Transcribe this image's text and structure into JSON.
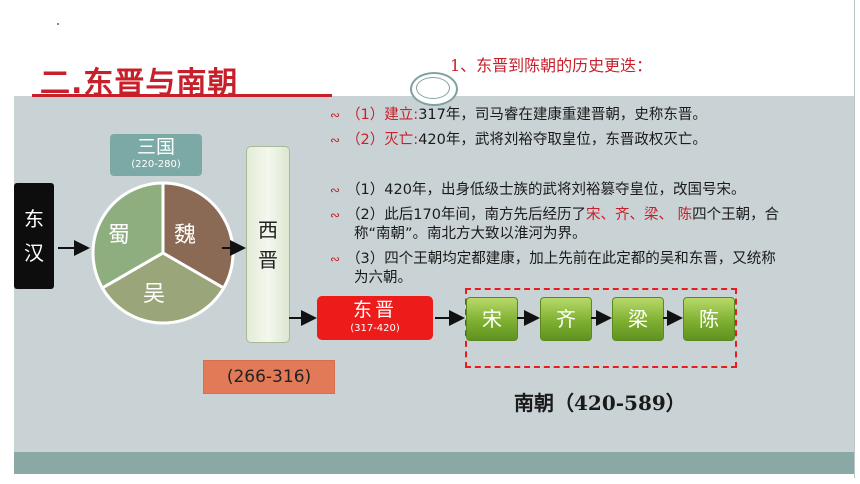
{
  "slide": {
    "title": "二.东晋与南朝",
    "subtitle": "1、东晋到陈朝的历史更迭："
  },
  "bullets": [
    {
      "prefix": "（1）建立:",
      "text": "317年，司马睿在建康重建晋朝，史称东晋。"
    },
    {
      "prefix": "（2）灭亡:",
      "text": "420年，武将刘裕夺取皇位，东晋政权灭亡。"
    },
    {
      "text": "（1）420年，出身低级士族的武将刘裕篡夺皇位，改国号宋。"
    },
    {
      "text_a": "（2）此后170年间，南方先后经历了",
      "highlight": "宋、齐、梁、 陈",
      "text_b": "四个王朝，合",
      "cont": "称“南朝”。南北方大致以淮河为界。"
    },
    {
      "text": "（3）四个王朝均定都建康，加上先前在此定都的吴和东晋，又统称",
      "cont": "为六朝。"
    }
  ],
  "bullet_marker": "ꟷ",
  "timeline": {
    "dong_han": [
      "东",
      "汉"
    ],
    "san_guo": {
      "name": "三国",
      "years": "(220-280)"
    },
    "kingdoms": {
      "shu": "蜀",
      "wei": "魏",
      "wu": "吴"
    },
    "xi_jin": {
      "chars": [
        "西",
        "晋"
      ],
      "years": "(266-316)"
    },
    "dong_jin": {
      "name": "东晋",
      "years": "(317-420)"
    },
    "southern_dynasties": [
      "宋",
      "齐",
      "梁",
      "陈"
    ],
    "southern_label": "南朝（420-589）"
  },
  "colors": {
    "accent_red": "#c8202b",
    "background": "#c9d3d6",
    "pie_shu": "#8fae80",
    "pie_wei": "#8a6a55",
    "pie_wu": "#9aa67a",
    "xijin_year_box": "#e27a58",
    "dongjin_box": "#ee1b1b",
    "dynasty_green": "#7fb030"
  }
}
